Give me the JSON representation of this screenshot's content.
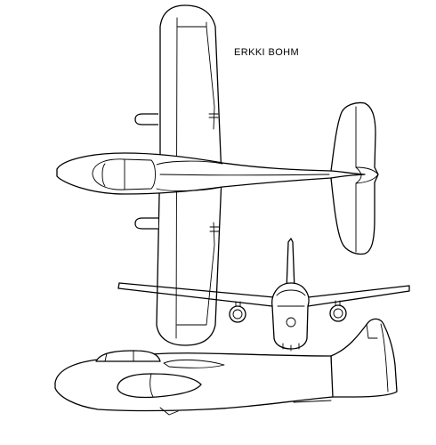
{
  "credit": "ERKKI BOHM",
  "ink_color": "#000000",
  "background_color": "#ffffff",
  "views": [
    "top",
    "front",
    "side"
  ]
}
